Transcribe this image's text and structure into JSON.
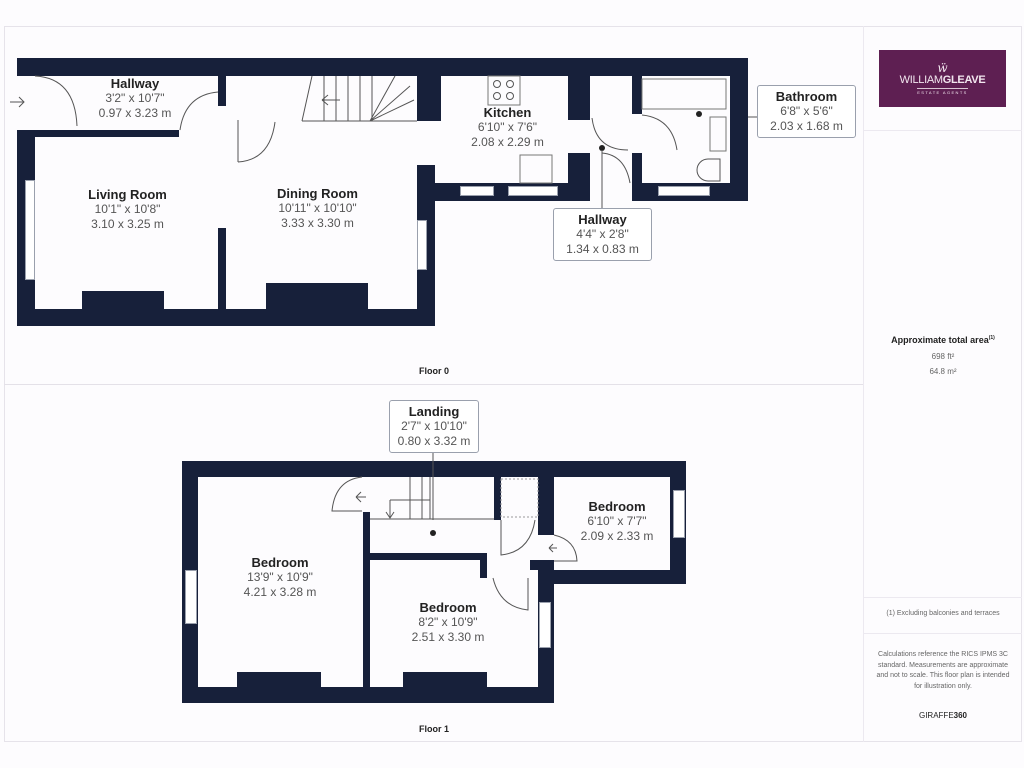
{
  "brand": {
    "logo_mark": "ẅ",
    "logo_name_light": "WILLIAM",
    "logo_name_bold": "GLEAVE",
    "logo_tagline": "ESTATE AGENTS",
    "logo_color": "#5e1f52",
    "provider_light": "GIRAFFE",
    "provider_bold": "360"
  },
  "summary": {
    "title": "Approximate total area",
    "title_sup": "(1)",
    "area_sqft": "698 ft²",
    "area_sqm": "64.8 m²",
    "footnote": "(1) Excluding balconies and terraces",
    "disclaimer": "Calculations reference the RICS IPMS 3C standard. Measurements are approximate and not to scale. This floor plan is intended for illustration only."
  },
  "colors": {
    "wall": "#17203a",
    "background": "#fdfcfe",
    "label_border": "#9aa0ad"
  },
  "floors": [
    {
      "label": "Floor 0",
      "rooms": [
        {
          "name": "Hallway",
          "imperial": "3'2\" x 10'7\"",
          "metric": "0.97 x 3.23 m"
        },
        {
          "name": "Living Room",
          "imperial": "10'1\" x 10'8\"",
          "metric": "3.10 x 3.25 m"
        },
        {
          "name": "Dining Room",
          "imperial": "10'11\" x 10'10\"",
          "metric": "3.33 x 3.30 m"
        },
        {
          "name": "Kitchen",
          "imperial": "6'10\" x 7'6\"",
          "metric": "2.08 x 2.29 m"
        },
        {
          "name": "Bathroom",
          "imperial": "6'8\" x 5'6\"",
          "metric": "2.03 x 1.68 m"
        },
        {
          "name": "Hallway",
          "imperial": "4'4\" x 2'8\"",
          "metric": "1.34 x 0.83 m"
        }
      ]
    },
    {
      "label": "Floor 1",
      "rooms": [
        {
          "name": "Landing",
          "imperial": "2'7\" x 10'10\"",
          "metric": "0.80 x 3.32 m"
        },
        {
          "name": "Bedroom",
          "imperial": "13'9\" x 10'9\"",
          "metric": "4.21 x 3.28 m"
        },
        {
          "name": "Bedroom",
          "imperial": "8'2\" x 10'9\"",
          "metric": "2.51 x 3.30 m"
        },
        {
          "name": "Bedroom",
          "imperial": "6'10\" x 7'7\"",
          "metric": "2.09 x 2.33 m"
        }
      ]
    }
  ],
  "icons": {
    "entrance": "arrow-right-icon"
  }
}
